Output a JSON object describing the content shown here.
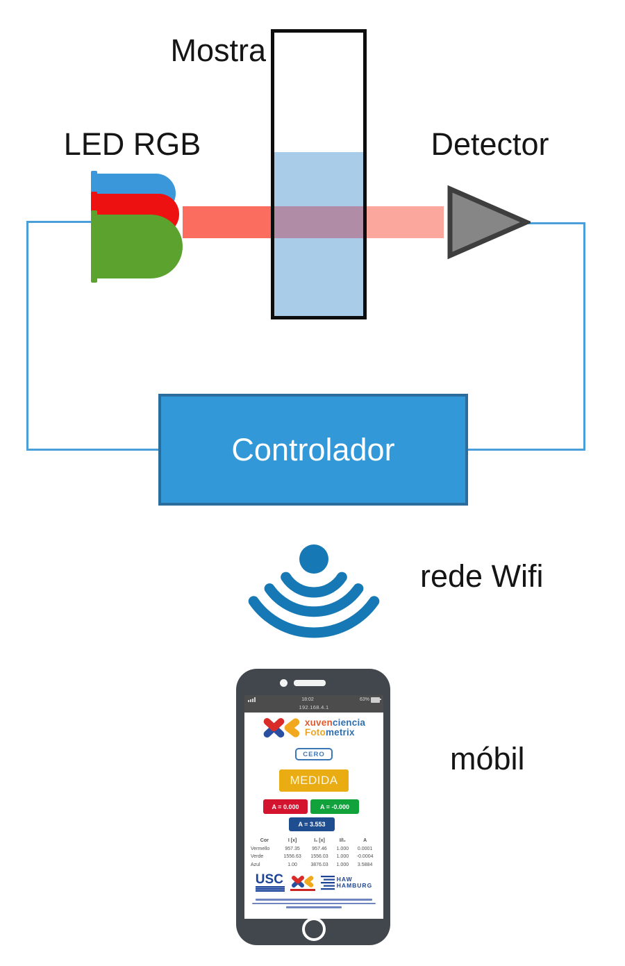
{
  "labels": {
    "mostra": "Mostra",
    "led": "LED RGB",
    "detector": "Detector",
    "wifi": "rede Wifi",
    "mobil": "móbil"
  },
  "controller": {
    "label": "Controlador"
  },
  "phone": {
    "status": {
      "time": "18:02",
      "battery": "63%",
      "ip": "192.168.4.1"
    },
    "logo": {
      "line1a": "xuven",
      "line1b": "ciencia",
      "line2a": "Foto",
      "line2b": "metrix"
    },
    "buttons": {
      "cero": "CERO",
      "medida": "MEDIDA",
      "red": "A = 0.000",
      "green": "A = -0.000",
      "blue": "A = 3.553"
    },
    "table": {
      "headers": [
        "Cor",
        "I [x]",
        "I₀ [x]",
        "I/I₀",
        "A"
      ],
      "rows": [
        [
          "Vermello",
          "957.35",
          "957.46",
          "1.000",
          "0.0001"
        ],
        [
          "Verde",
          "1556.63",
          "1556.03",
          "1.000",
          "-0.0004"
        ],
        [
          "Azul",
          "1.00",
          "3876.03",
          "1.000",
          "3.5884"
        ]
      ]
    },
    "footer": {
      "usc": "USC",
      "haw1": "HAW",
      "haw2": "HAMBURG"
    }
  },
  "icons": {
    "wifi-icon": "blue dot with three downward arcs",
    "detector-icon": "gray right-pointing triangle",
    "led-icon": "stacked blue/red/green LED bulbs",
    "x-logo-icon": "red-blue X mark",
    "chevron-logo-icon": "orange left chevron",
    "camera-icon": "dot",
    "speaker-icon": "bar",
    "home-button-icon": "ring",
    "signal-icon": "bars",
    "battery-icon": "battery",
    "haw-lines-icon": "stacked lines"
  },
  "colors": {
    "wire": "#4a9ed9",
    "controller_fill": "#3398d8",
    "controller_border": "#2a6d9d",
    "wifi": "#1678b4",
    "led_blue": "#3a98da",
    "led_red": "#ed1111",
    "led_green": "#5ba32e",
    "beam": "#fb6d5e",
    "beam_through": "#b18ca6",
    "beam_out": "#fba79e",
    "liquid": "#a9cde8",
    "detector_fill": "#868686",
    "phone_body": "#41474c",
    "btn_medida": "#e9ad13",
    "btn_red": "#d4132f",
    "btn_green": "#12a23c",
    "btn_blue": "#1e4e90",
    "logo_blue": "#2f6fae",
    "logo_orange": "#eda41f",
    "logo_red": "#e05a2b",
    "univ_blue": "#1c4496"
  }
}
